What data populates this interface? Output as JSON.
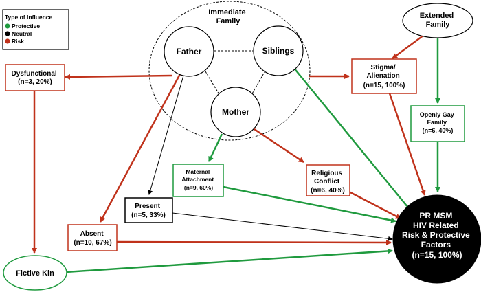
{
  "legend": {
    "title": "Type of Influence",
    "items": [
      {
        "label": "Protective",
        "color": "#1f9a3e"
      },
      {
        "label": "Neutral",
        "color": "#000000"
      },
      {
        "label": "Risk",
        "color": "#c0321b"
      }
    ]
  },
  "colors": {
    "protective": "#1f9a3e",
    "neutral": "#000000",
    "risk": "#c0321b"
  },
  "nodes": {
    "immediate_family": {
      "line1": "Immediate",
      "line2": "Family"
    },
    "father": {
      "label": "Father"
    },
    "siblings": {
      "label": "Siblings"
    },
    "mother": {
      "label": "Mother"
    },
    "extended_family": {
      "line1": "Extended",
      "line2": "Family"
    },
    "dysfunctional": {
      "line1": "Dysfunctional",
      "line2": "(n=3, 20%)"
    },
    "stigma": {
      "line1": "Stigma/",
      "line2": "Alienation",
      "line3": "(n=15, 100%)"
    },
    "openly_gay": {
      "line1": "Openly Gay",
      "line2": "Family",
      "line3": "(n=6, 40%)"
    },
    "maternal": {
      "line1": "Maternal",
      "line2": "Attachment",
      "line3": "(n=9, 60%)"
    },
    "religious": {
      "line1": "Religious",
      "line2": "Conflict",
      "line3": "(n=6, 40%)"
    },
    "present": {
      "line1": "Present",
      "line2": "(n=5, 33%)"
    },
    "absent": {
      "line1": "Absent",
      "line2": "(n=10, 67%)"
    },
    "fictive_kin": {
      "label": "Fictive Kin"
    },
    "outcome": {
      "line1": "PR MSM",
      "line2": "HIV Related",
      "line3": "Risk & Protective",
      "line4": "Factors",
      "line5": "(n=15, 100%)"
    }
  }
}
